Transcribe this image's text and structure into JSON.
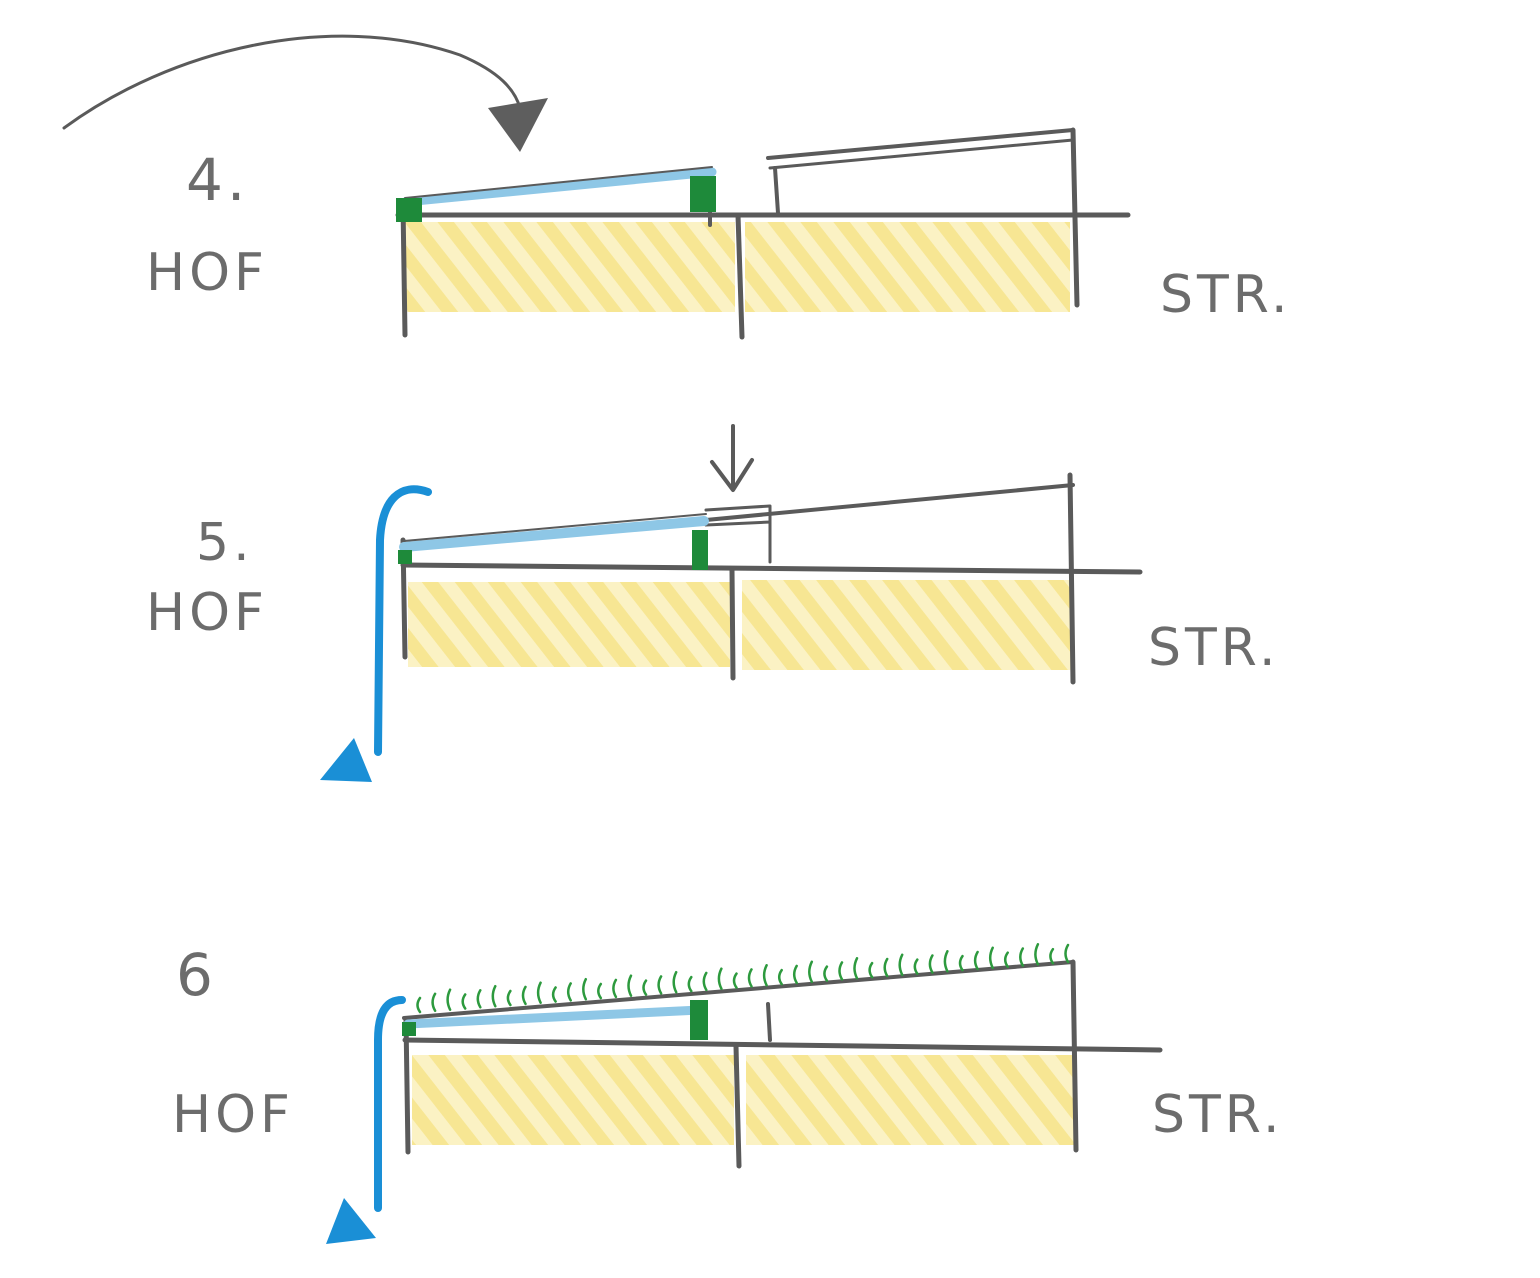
{
  "palette": {
    "pencil": "#5a5a5a",
    "roof_blue": "#8ec7e6",
    "arrow_blue": "#1a8fd6",
    "green": "#1e8a3a",
    "ground_yellow": "#f7e79a",
    "paper": "#ffffff"
  },
  "steps": [
    {
      "number": "4.",
      "left_label": "HOF",
      "right_label": "STR."
    },
    {
      "number": "5.",
      "left_label": "HOF",
      "right_label": "STR."
    },
    {
      "number": "6",
      "left_label": "HOF",
      "right_label": "STR."
    }
  ]
}
